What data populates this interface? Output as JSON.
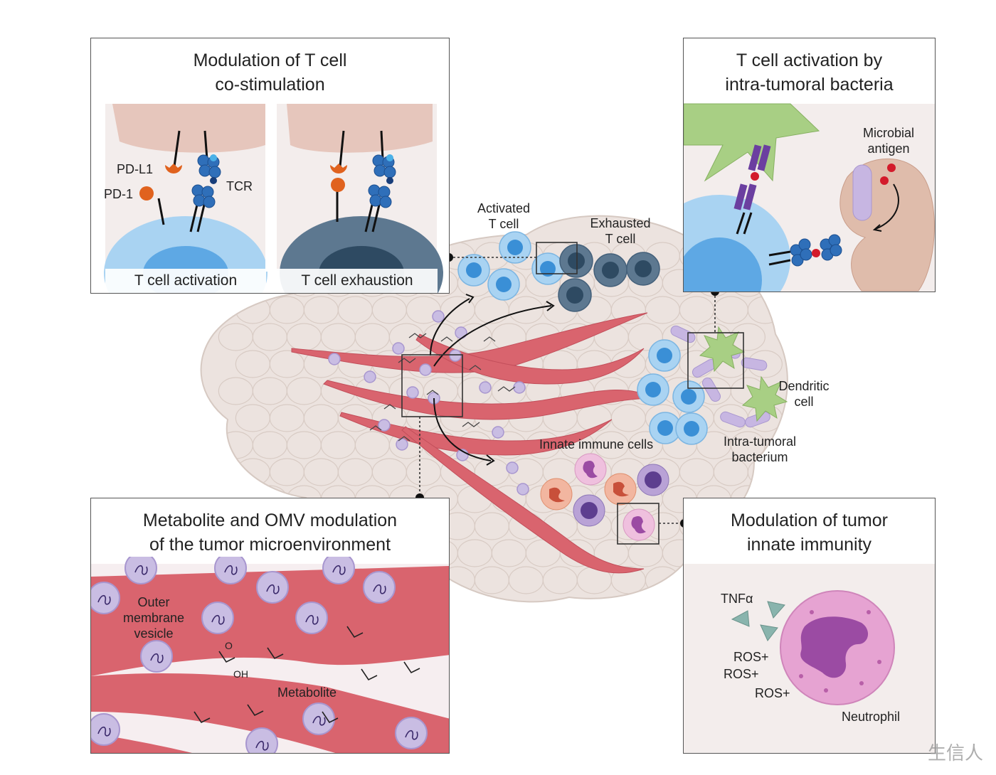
{
  "panels": {
    "top_left": {
      "title_line1": "Modulation of T cell",
      "title_line2": "co-stimulation",
      "labels": {
        "pdl1": "PD-L1",
        "pd1": "PD-1",
        "tcr": "TCR"
      },
      "sub_left": "T cell activation",
      "sub_right": "T cell exhaustion"
    },
    "top_right": {
      "title_line1": "T cell activation by",
      "title_line2": "intra-tumoral bacteria",
      "labels": {
        "microbial_line1": "Microbial",
        "microbial_line2": "antigen"
      }
    },
    "bottom_left": {
      "title_line1": "Metabolite and OMV modulation",
      "title_line2": "of the tumor microenvironment",
      "labels": {
        "omv_line1": "Outer",
        "omv_line2": "membrane",
        "omv_line3": "vesicle",
        "metabolite": "Metabolite",
        "oh": "OH",
        "o": "O"
      }
    },
    "bottom_right": {
      "title_line1": "Modulation of tumor",
      "title_line2": "innate immunity",
      "labels": {
        "tnfa": "TNFα",
        "ros1": "ROS+",
        "ros2": "ROS+",
        "ros3": "ROS+",
        "neutrophil": "Neutrophil"
      }
    }
  },
  "center": {
    "activated_line1": "Activated",
    "activated_line2": "T cell",
    "exhausted_line1": "Exhausted",
    "exhausted_line2": "T cell",
    "dendritic_line1": "Dendritic",
    "dendritic_line2": "cell",
    "bacterium_line1": "Intra-tumoral",
    "bacterium_line2": "bacterium",
    "innate": "Innate immune cells"
  },
  "watermark": "生信人",
  "colors": {
    "tumor": "#ece3df",
    "tumor_line": "#d9ccc6",
    "vessel": "#d9646e",
    "vessel_dark": "#c24e5a",
    "t_active": "#8fc6ec",
    "t_active_core": "#3a8fd6",
    "t_exhausted": "#5d7890",
    "t_exhausted_core": "#2e4a62",
    "dendritic": "#a8cf84",
    "bacterium": "#c7b6e2",
    "omv": "#c9bde3",
    "pd_orange": "#e0621e",
    "tcr_blue": "#2f6fb9",
    "neutrophil": "#e6a3d2",
    "nucleus": "#9b4ba3"
  }
}
